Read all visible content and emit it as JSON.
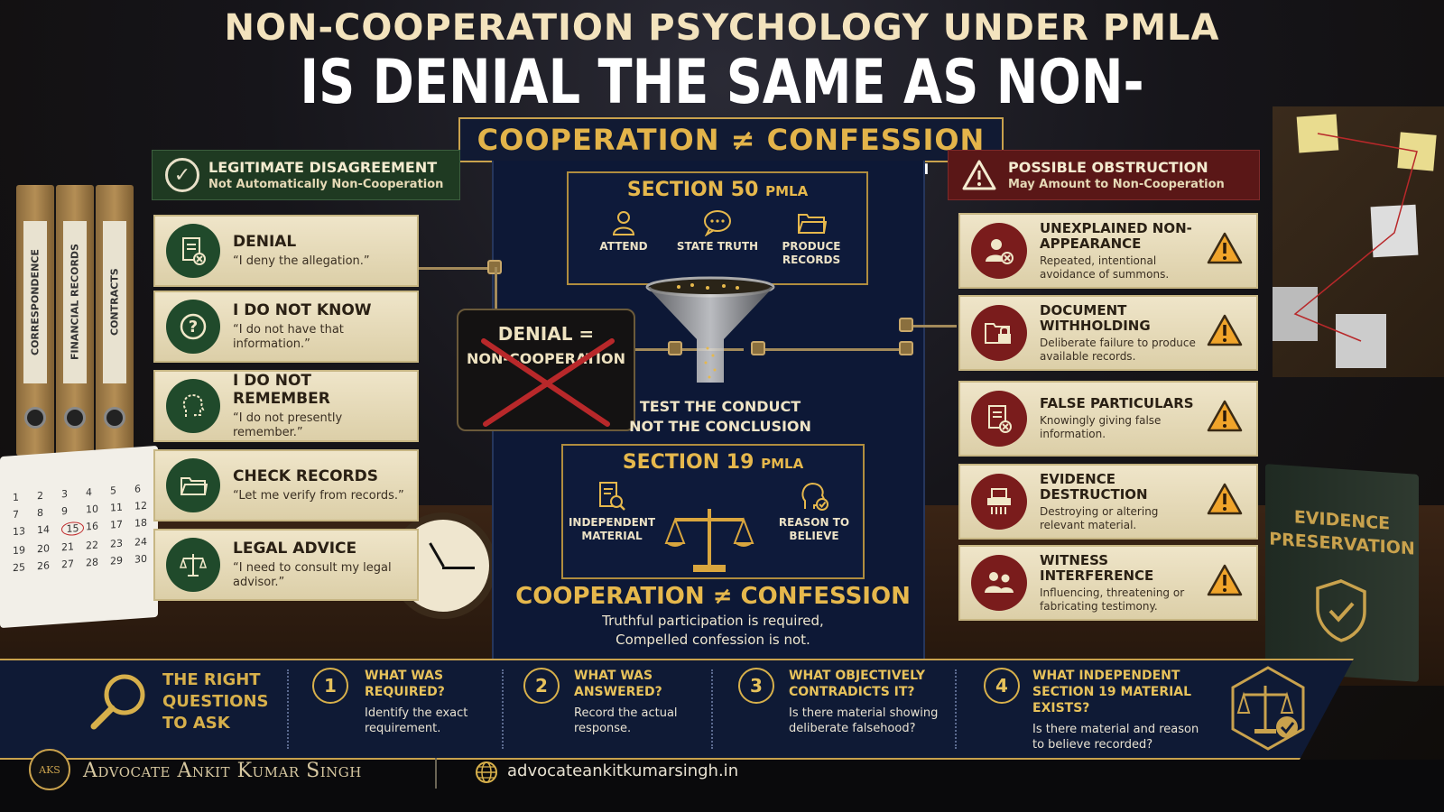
{
  "header": {
    "title_top": "NON-COOPERATION PSYCHOLOGY UNDER PMLA",
    "title_main": "IS DENIAL THE SAME AS NON-COOPERATION?",
    "banner": "COOPERATION ≠ CONFESSION"
  },
  "binders": [
    "CORRESPONDENCE",
    "FINANCIAL RECORDS",
    "CONTRACTS"
  ],
  "calendar": {
    "days": [
      "1",
      "2",
      "3",
      "4",
      "5",
      "6",
      "7",
      "8",
      "9",
      "10",
      "11",
      "12",
      "13",
      "14",
      "15",
      "16",
      "17",
      "18",
      "19",
      "20",
      "21",
      "22",
      "23",
      "24",
      "25",
      "26",
      "27",
      "28",
      "29",
      "30"
    ],
    "highlighted": "15"
  },
  "left": {
    "header_title": "LEGITIMATE DISAGREEMENT",
    "header_subtitle": "Not Automatically Non-Cooperation",
    "cards": [
      {
        "title": "DENIAL",
        "quote": "“I deny the allegation.”",
        "icon": "document-x-icon"
      },
      {
        "title": "I DO NOT KNOW",
        "quote": "“I do not have that information.”",
        "icon": "question-icon"
      },
      {
        "title": "I DO NOT REMEMBER",
        "quote": "“I do not presently remember.”",
        "icon": "head-icon"
      },
      {
        "title": "CHECK RECORDS",
        "quote": "“Let me verify from records.”",
        "icon": "folder-icon"
      },
      {
        "title": "LEGAL ADVICE",
        "quote": "“I need to consult my legal advisor.”",
        "icon": "scales-icon"
      }
    ]
  },
  "center": {
    "section50": {
      "title": "SECTION 50",
      "suffix": "PMLA",
      "items": [
        "ATTEND",
        "STATE TRUTH",
        "PRODUCE RECORDS"
      ]
    },
    "denial_box": {
      "line1": "DENIAL =",
      "line2": "NON-COOPERATION"
    },
    "test_line1": "TEST THE CONDUCT",
    "test_line2": "NOT THE CONCLUSION",
    "section19": {
      "title": "SECTION 19",
      "suffix": "PMLA",
      "items": [
        "INDEPENDENT MATERIAL",
        "REASON TO BELIEVE"
      ]
    },
    "coop_title": "COOPERATION ≠ CONFESSION",
    "truth_line1": "Truthful participation is required,",
    "truth_line2": "Compelled confession is not."
  },
  "right": {
    "header_title": "POSSIBLE OBSTRUCTION",
    "header_subtitle": "May Amount to Non-Cooperation",
    "cards": [
      {
        "title": "UNEXPLAINED NON-APPEARANCE",
        "desc": "Repeated, intentional avoidance of summons.",
        "icon": "person-x-icon"
      },
      {
        "title": "DOCUMENT WITHHOLDING",
        "desc": "Deliberate failure to produce available records.",
        "icon": "folder-lock-icon"
      },
      {
        "title": "FALSE PARTICULARS",
        "desc": "Knowingly giving false information.",
        "icon": "document-x-icon"
      },
      {
        "title": "EVIDENCE DESTRUCTION",
        "desc": "Destroying or altering relevant material.",
        "icon": "shredder-icon"
      },
      {
        "title": "WITNESS INTERFERENCE",
        "desc": "Influencing, threatening or fabricating testimony.",
        "icon": "people-icon"
      }
    ]
  },
  "evidence_book": {
    "line1": "EVIDENCE",
    "line2": "PRESERVATION"
  },
  "questions": {
    "heading_line1": "THE RIGHT",
    "heading_line2": "QUESTIONS",
    "heading_line3": "TO ASK",
    "items": [
      {
        "num": "1",
        "title": "WHAT WAS REQUIRED?",
        "desc": "Identify the exact requirement."
      },
      {
        "num": "2",
        "title": "WHAT WAS ANSWERED?",
        "desc": "Record the actual response."
      },
      {
        "num": "3",
        "title": "WHAT OBJECTIVELY CONTRADICTS IT?",
        "desc": "Is there material showing deliberate falsehood?"
      },
      {
        "num": "4",
        "title": "WHAT INDEPENDENT SECTION 19 MATERIAL EXISTS?",
        "desc": "Is there material and reason to believe recorded?"
      }
    ]
  },
  "footer": {
    "logo": "AKS",
    "name": "Advocate Ankit Kumar Singh",
    "website": "advocateankitkumarsingh.in"
  },
  "colors": {
    "gold": "#e6b84c",
    "navy": "#0d1836",
    "green": "#204a2b",
    "red": "#7a1c1c",
    "parchment": "#efe5c9"
  }
}
